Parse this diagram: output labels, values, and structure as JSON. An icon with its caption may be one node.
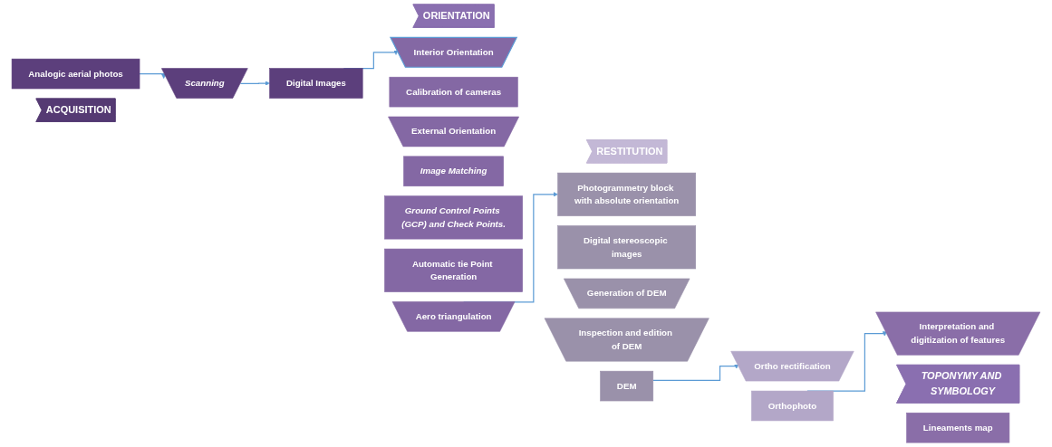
{
  "diagram": {
    "nodes": [
      {
        "text": [
          "ACQUISITION"
        ]
      },
      {
        "text": [
          "ORIENTATION"
        ]
      },
      {
        "text": [
          "RESTITUTION"
        ]
      },
      {
        "text": [
          "TOPONYMY AND SYMBOLOGY"
        ]
      },
      {
        "text": [
          "Analogic aerial photos"
        ]
      },
      {
        "text": [
          "Scanning"
        ]
      },
      {
        "text": [
          "Digital Images"
        ]
      },
      {
        "text": [
          "Interior Orientation"
        ]
      },
      {
        "text": [
          "Calibration of cameras"
        ]
      },
      {
        "text": [
          "External Orientation"
        ]
      },
      {
        "text": [
          "Image Matching"
        ]
      },
      {
        "text": [
          "Ground Control Points (GCP) and Check Points."
        ]
      },
      {
        "text": [
          "Automatic tie Point Generation"
        ]
      },
      {
        "text": [
          "Aero triangulation"
        ]
      },
      {
        "text": [
          "Photogrammetry block with absolute orientation"
        ]
      },
      {
        "text": [
          "Digital stereoscopic images"
        ]
      },
      {
        "text": [
          "Generation of DEM"
        ]
      },
      {
        "text": [
          "Inspection and edition of DEM"
        ]
      },
      {
        "text": [
          "DEM"
        ]
      },
      {
        "text": [
          "Ortho rectification"
        ]
      },
      {
        "text": [
          "Orthophoto"
        ]
      },
      {
        "text": [
          "Interpretation and digitization of features"
        ]
      },
      {
        "text": [
          "Lineaments map"
        ]
      }
    ],
    "edges": [
      {
        "from": 4,
        "to": 5,
        "arrow": "to"
      },
      {
        "from": 5,
        "to": 6,
        "arrow": "to"
      },
      {
        "from": 6,
        "to": 7,
        "arrow": "to"
      },
      {
        "from": 13,
        "to": 14,
        "arrow": "to"
      },
      {
        "from": 18,
        "to": 19,
        "arrow": "to"
      },
      {
        "from": 20,
        "to": 21,
        "arrow": "to"
      }
    ]
  }
}
